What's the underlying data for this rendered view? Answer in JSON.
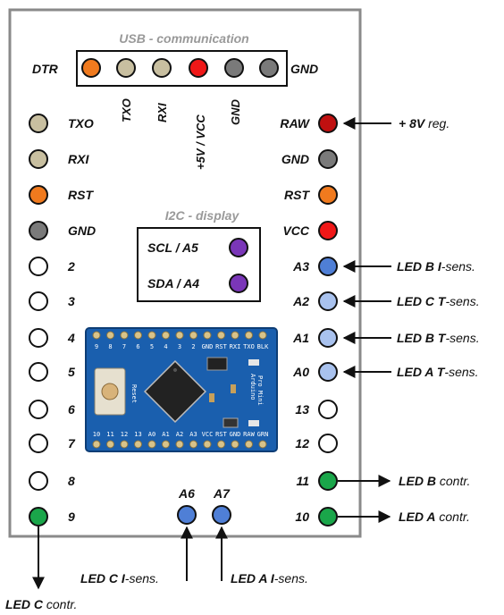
{
  "colors": {
    "tan": "#c8bfa0",
    "orange": "#f07a1e",
    "red": "#f01818",
    "grey": "#7a7a7a",
    "white": "#ffffff",
    "blue": "#4f7fd6",
    "lightblue": "#a9c2ee",
    "green": "#1aa64a",
    "purple": "#7a36b8",
    "darkred": "#c01010",
    "pcb": "#1a5fae"
  },
  "usb": {
    "title": "USB - communication",
    "left_label": "DTR",
    "right_label": "GND",
    "pin_labels": [
      "TXO",
      "RXI",
      "+5V / VCC",
      "GND"
    ],
    "pins": [
      "orange",
      "tan",
      "tan",
      "red",
      "grey",
      "grey"
    ]
  },
  "left_pins": [
    {
      "label": "TXO",
      "color": "tan"
    },
    {
      "label": "RXI",
      "color": "tan"
    },
    {
      "label": "RST",
      "color": "orange"
    },
    {
      "label": "GND",
      "color": "grey"
    },
    {
      "label": "2",
      "color": "white"
    },
    {
      "label": "3",
      "color": "white"
    },
    {
      "label": "4",
      "color": "white"
    },
    {
      "label": "5",
      "color": "white"
    },
    {
      "label": "6",
      "color": "white"
    },
    {
      "label": "7",
      "color": "white"
    },
    {
      "label": "8",
      "color": "white"
    },
    {
      "label": "9",
      "color": "green"
    }
  ],
  "right_pins": [
    {
      "label": "RAW",
      "color": "darkred"
    },
    {
      "label": "GND",
      "color": "grey"
    },
    {
      "label": "RST",
      "color": "orange"
    },
    {
      "label": "VCC",
      "color": "red"
    },
    {
      "label": "A3",
      "color": "blue"
    },
    {
      "label": "A2",
      "color": "lightblue"
    },
    {
      "label": "A1",
      "color": "lightblue"
    },
    {
      "label": "A0",
      "color": "lightblue"
    },
    {
      "label": "13",
      "color": "white"
    },
    {
      "label": "12",
      "color": "white"
    },
    {
      "label": "11",
      "color": "green"
    },
    {
      "label": "10",
      "color": "green"
    }
  ],
  "i2c": {
    "title": "I2C - display",
    "scl": "SCL / A5",
    "sda": "SDA / A4"
  },
  "bottom_pins": {
    "a6": "A6",
    "a7": "A7"
  },
  "annotations": {
    "raw": {
      "bold": "+ 8V",
      "rest": " reg."
    },
    "a3": {
      "bold": "LED B I",
      "rest": "-sens."
    },
    "a2": {
      "bold": "LED C T",
      "rest": "-sens."
    },
    "a1": {
      "bold": "LED B T",
      "rest": "-sens."
    },
    "a0": {
      "bold": "LED A T",
      "rest": "-sens."
    },
    "p11": {
      "bold": "LED B",
      "rest": " contr."
    },
    "p10": {
      "bold": "LED A",
      "rest": " contr."
    },
    "a6": {
      "bold": "LED C I",
      "rest": "-sens."
    },
    "a7": {
      "bold": "LED A I",
      "rest": "-sens."
    },
    "p9": {
      "bold": "LED C",
      "rest": " contr."
    }
  },
  "board_photo": {
    "top_pins": [
      "9",
      "8",
      "7",
      "6",
      "5",
      "4",
      "3",
      "2",
      "GND",
      "RST",
      "RXI",
      "TXO",
      "BLK"
    ],
    "bottom_pins": [
      "10",
      "11",
      "12",
      "13",
      "A0",
      "A1",
      "A2",
      "A3",
      "VCC",
      "RST",
      "GND",
      "RAW",
      "GRN"
    ],
    "brand": "Arduino",
    "model": "Pro Mini",
    "reset": "Reset"
  }
}
